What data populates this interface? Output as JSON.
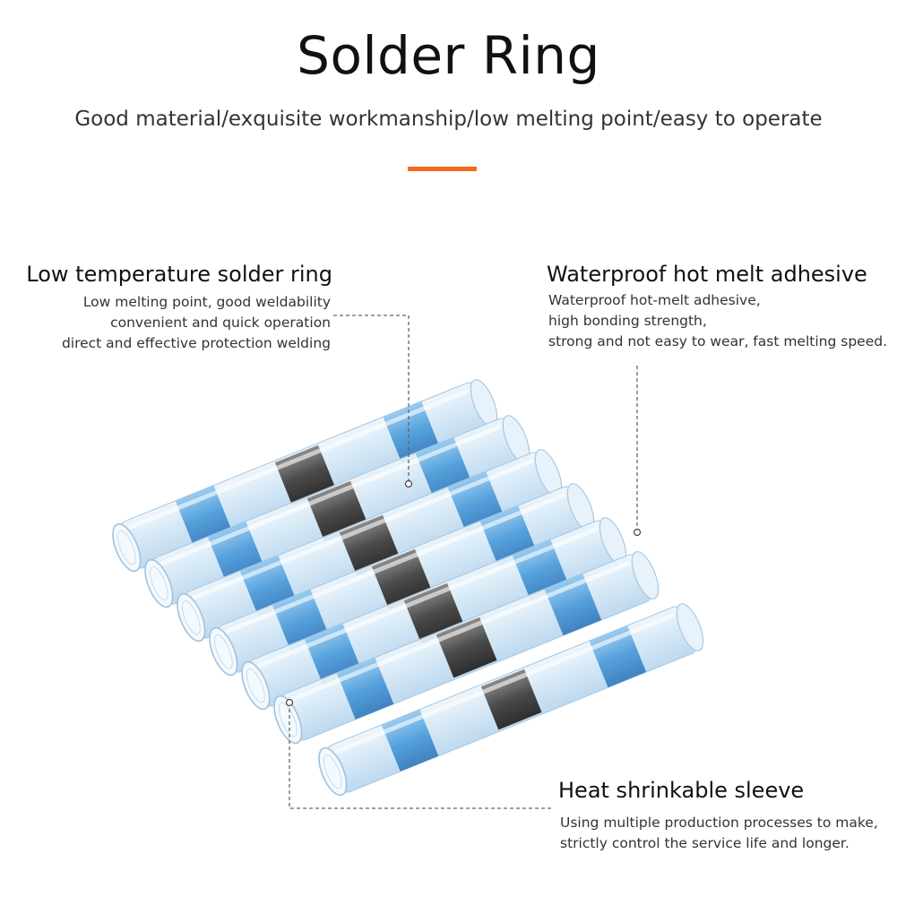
{
  "header": {
    "title": "Solder Ring",
    "subtitle": "Good material/exquisite workmanship/low melting point/easy to operate",
    "accent_color": "#f26a1b"
  },
  "callouts": {
    "solder_ring": {
      "heading": "Low temperature solder ring",
      "lines": [
        "Low melting point, good weldability",
        "convenient and quick operation",
        "direct and effective protection welding"
      ]
    },
    "adhesive": {
      "heading": "Waterproof hot melt adhesive",
      "lines": [
        "Waterproof hot-melt adhesive,",
        "high bonding strength,",
        "strong and not easy to wear, fast melting speed."
      ]
    },
    "sleeve": {
      "heading": "Heat shrinkable sleeve",
      "lines": [
        "Using multiple production processes to make,",
        "strictly control the service life and longer."
      ]
    }
  },
  "illustration": {
    "subject": "solder seal wire connectors",
    "sleeve_color": "#cfe6f6",
    "adhesive_color": "#3f95d8",
    "solder_color": "#4a4a4a"
  }
}
